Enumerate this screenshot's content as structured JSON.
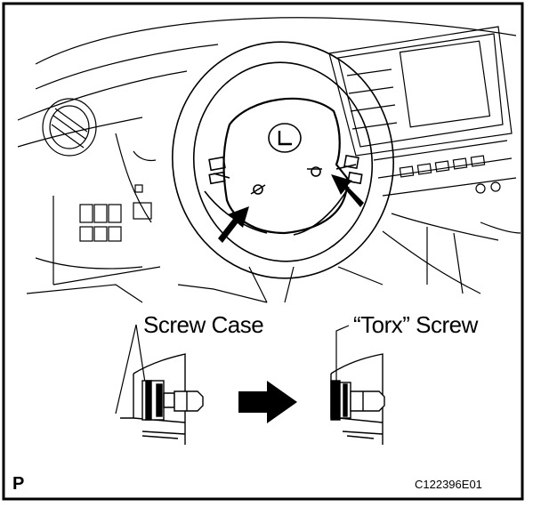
{
  "labels": {
    "screw_case": "Screw Case",
    "torx_screw": "“Torx” Screw",
    "page_marker": "P",
    "figure_code": "C122396E01"
  },
  "icons": {
    "arrows": "bold-arrow-icon",
    "transition": "right-arrow-icon"
  },
  "colors": {
    "ink": "#000000",
    "paper": "#ffffff"
  }
}
